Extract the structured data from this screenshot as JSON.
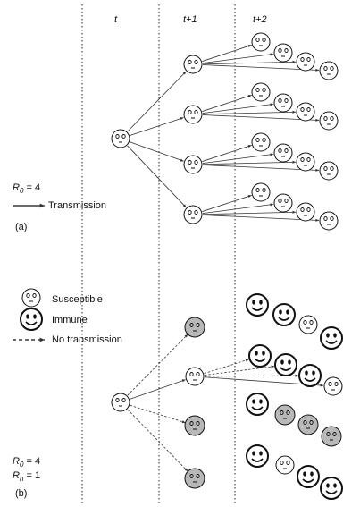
{
  "headers": [
    "t",
    "t+1",
    "t+2"
  ],
  "panel_a": {
    "r0_symbol": "R",
    "r0_sub": "0",
    "r0_value": " = 4",
    "legend_transmission": "Transmission",
    "label": "(a)"
  },
  "panel_b": {
    "legend_susceptible": "Susceptible",
    "legend_immune": "Immune",
    "legend_no_transmission": "No transmission",
    "r0_symbol": "R",
    "r0_sub": "0",
    "r0_value": " = 4",
    "rn_symbol": "R",
    "rn_sub": "n",
    "rn_value": " = 1",
    "label": "(b)"
  },
  "colors": {
    "susceptible_fill": "#ffffff",
    "immune_fill": "#ffffff",
    "grey_fill": "#b8b8b8",
    "line": "#333333"
  }
}
